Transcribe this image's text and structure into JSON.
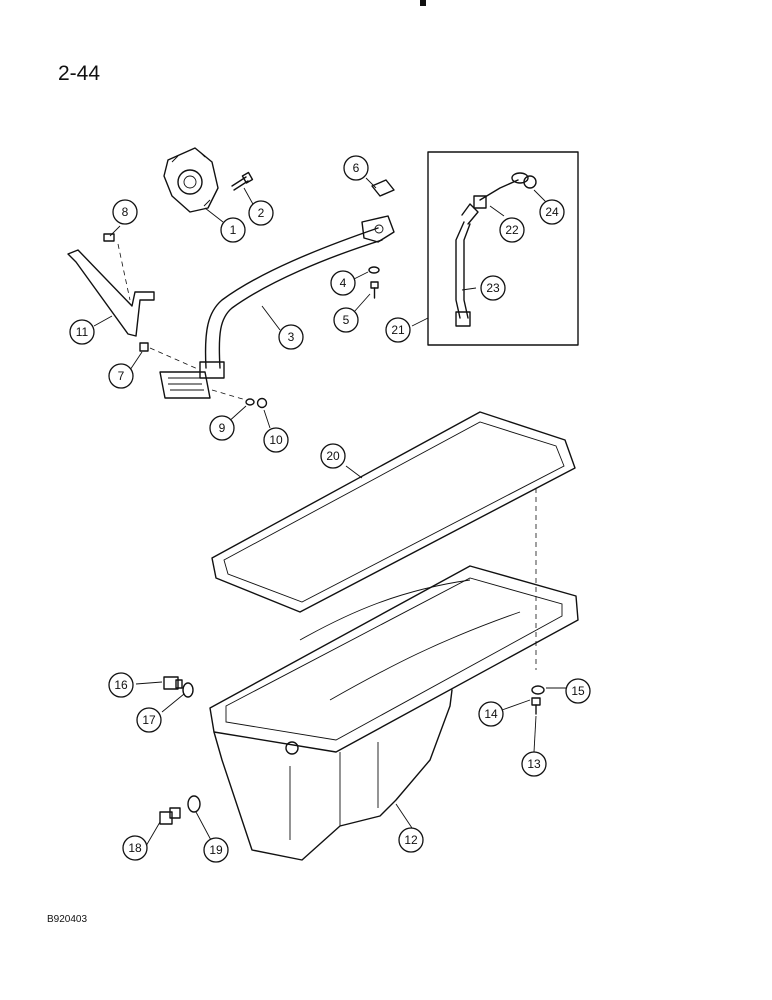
{
  "page_number": "2-44",
  "figure_id": "B920403",
  "callouts": [
    {
      "label": "1"
    },
    {
      "label": "2"
    },
    {
      "label": "3"
    },
    {
      "label": "4"
    },
    {
      "label": "5"
    },
    {
      "label": "6"
    },
    {
      "label": "7"
    },
    {
      "label": "8"
    },
    {
      "label": "9"
    },
    {
      "label": "10"
    },
    {
      "label": "11"
    },
    {
      "label": "12"
    },
    {
      "label": "13"
    },
    {
      "label": "14"
    },
    {
      "label": "15"
    },
    {
      "label": "16"
    },
    {
      "label": "17"
    },
    {
      "label": "18"
    },
    {
      "label": "19"
    },
    {
      "label": "20"
    },
    {
      "label": "21"
    },
    {
      "label": "22"
    },
    {
      "label": "23"
    },
    {
      "label": "24"
    }
  ]
}
